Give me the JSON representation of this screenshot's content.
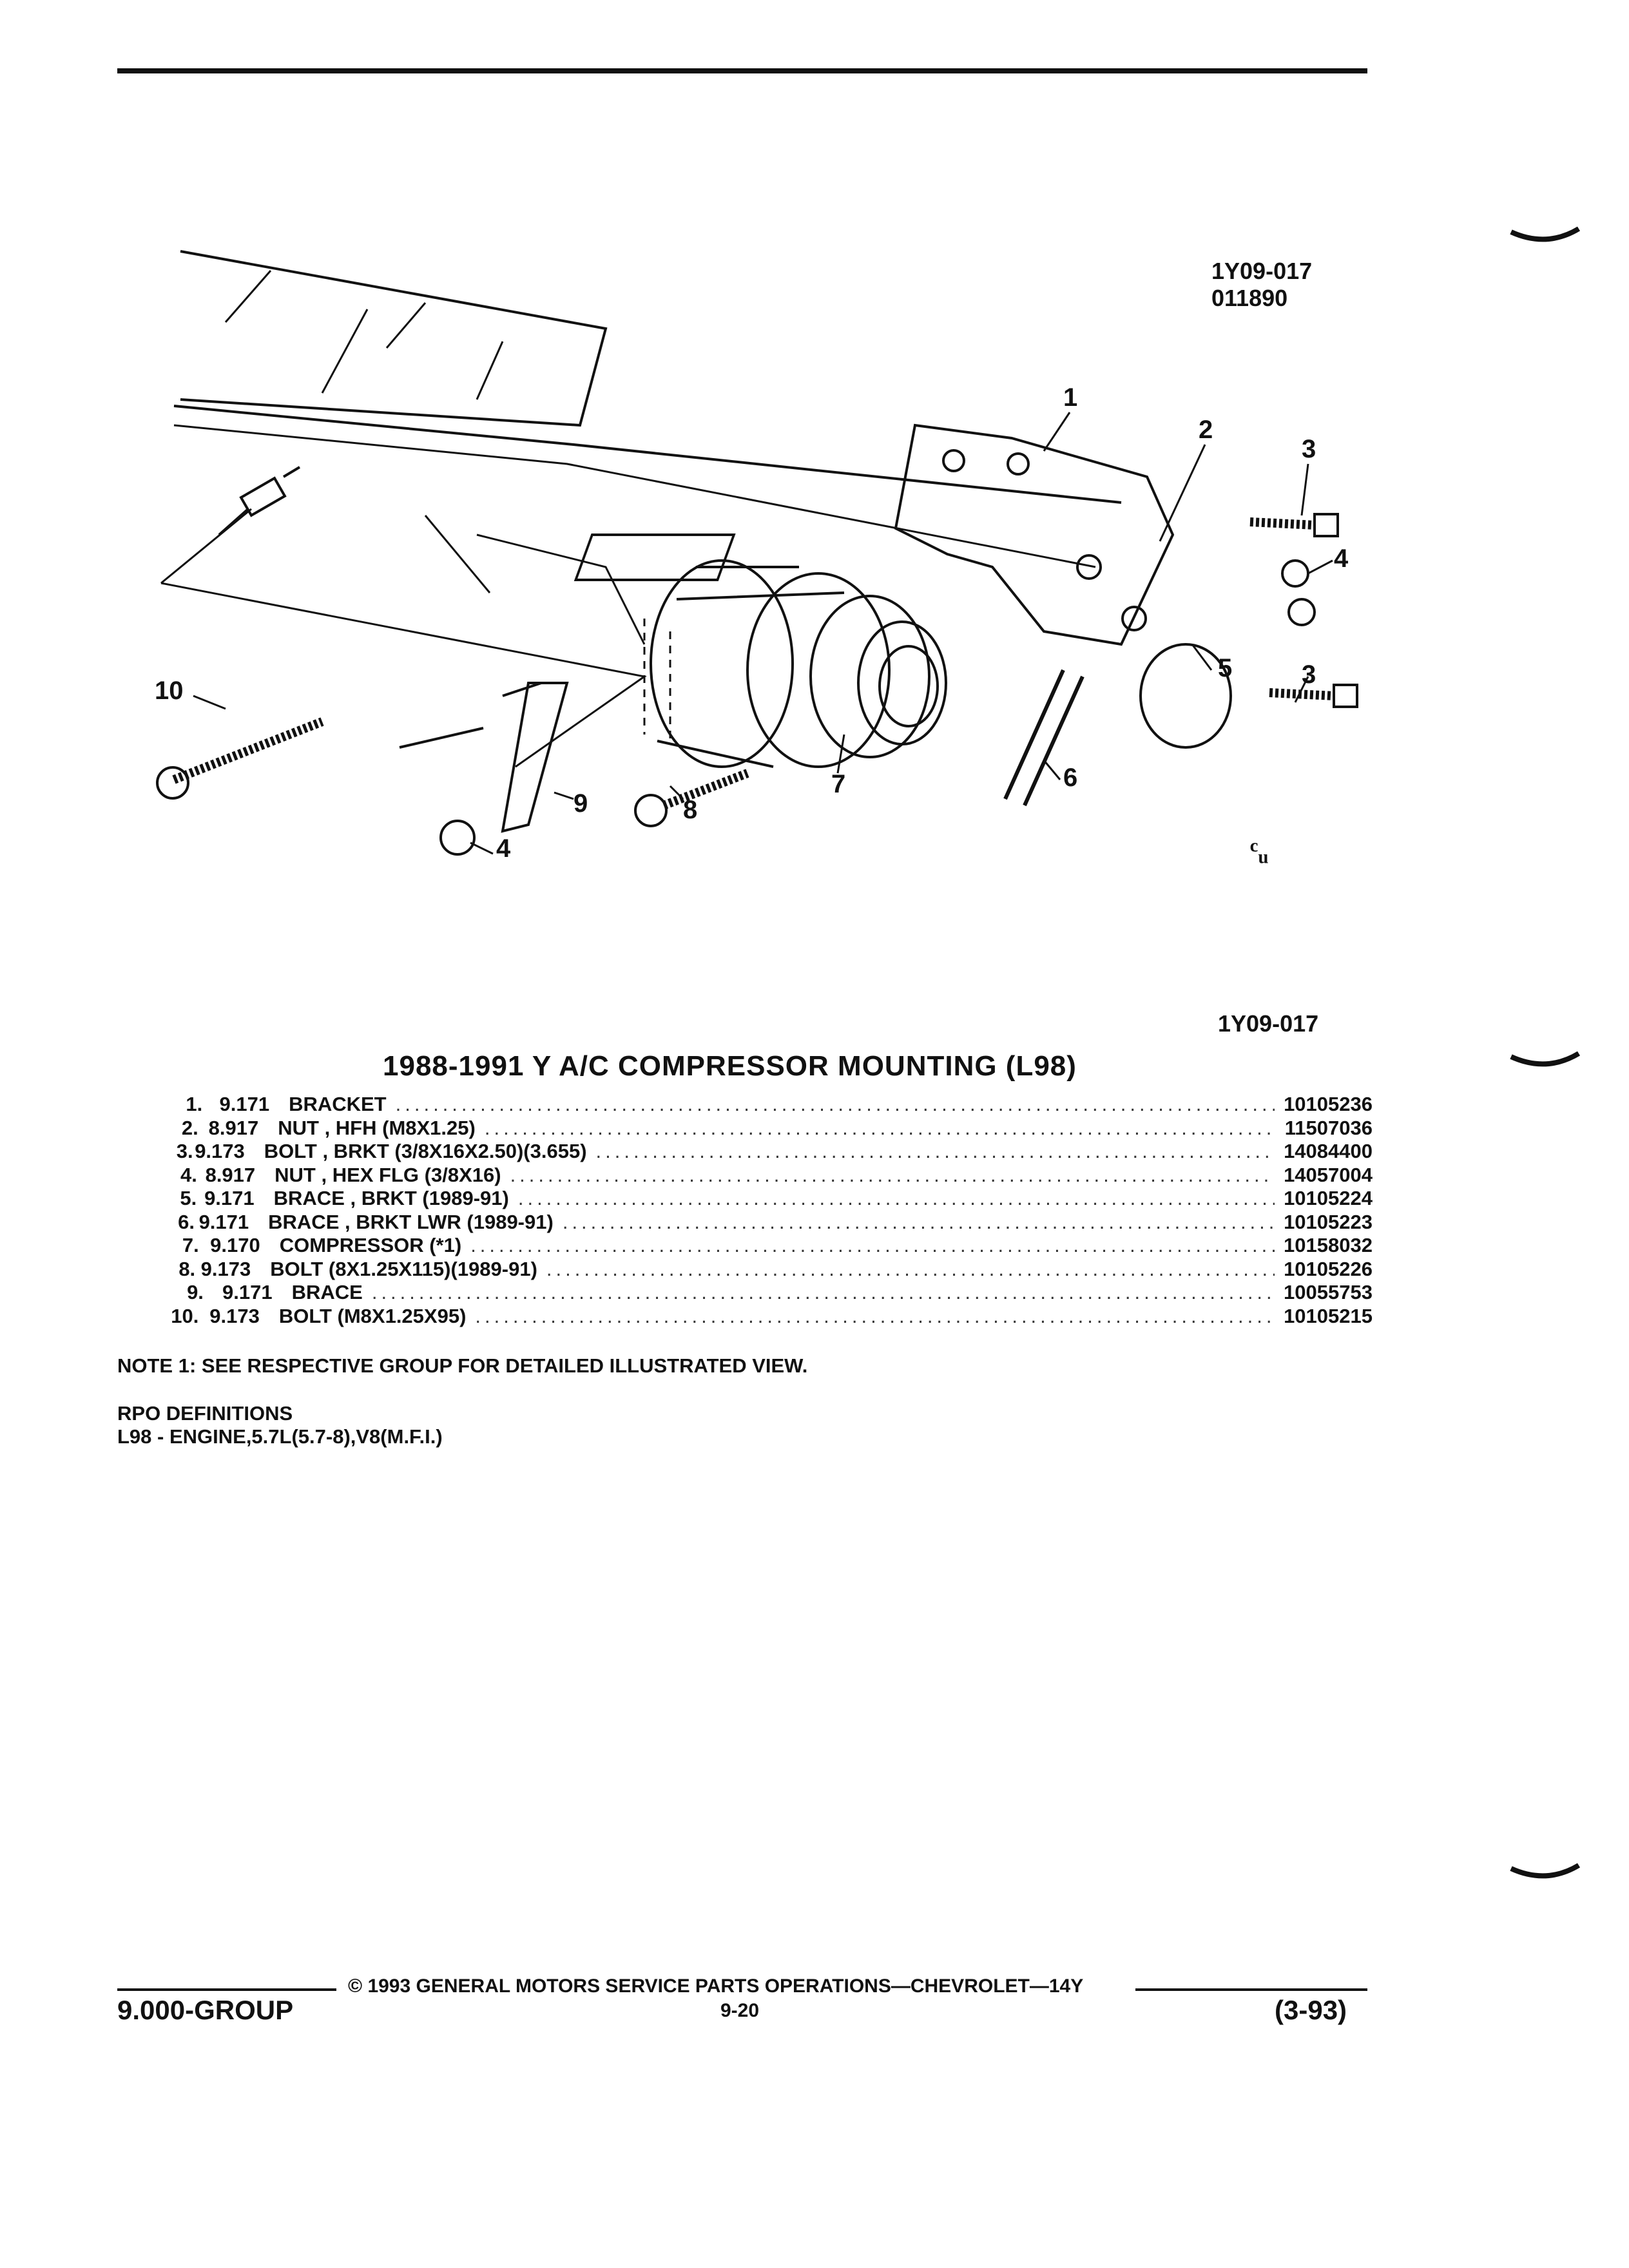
{
  "figure": {
    "id_top": "1Y09-017",
    "id_code": "011890",
    "id_bottom": "1Y09-017",
    "callouts": [
      "1",
      "2",
      "3",
      "3",
      "4",
      "4",
      "5",
      "6",
      "7",
      "8",
      "9",
      "10"
    ]
  },
  "title": "1988-1991 Y A/C COMPRESSOR MOUNTING (L98)",
  "parts": [
    {
      "num": "1.",
      "group": "9.171",
      "desc": "BRACKET",
      "pn": "10105236"
    },
    {
      "num": "2.",
      "group": "8.917",
      "desc": "NUT , HFH (M8X1.25)",
      "pn": "11507036"
    },
    {
      "num": "3.",
      "group": "9.173",
      "desc": "BOLT , BRKT (3/8X16X2.50)(3.655)",
      "pn": "14084400"
    },
    {
      "num": "4.",
      "group": "8.917",
      "desc": "NUT , HEX FLG (3/8X16)",
      "pn": "14057004"
    },
    {
      "num": "5.",
      "group": "9.171",
      "desc": "BRACE , BRKT (1989-91)",
      "pn": "10105224"
    },
    {
      "num": "6.",
      "group": "9.171",
      "desc": "BRACE , BRKT LWR (1989-91)",
      "pn": "10105223"
    },
    {
      "num": "7.",
      "group": "9.170",
      "desc": "COMPRESSOR (*1)",
      "pn": "10158032"
    },
    {
      "num": "8.",
      "group": "9.173",
      "desc": "BOLT (8X1.25X115)(1989-91)",
      "pn": "10105226"
    },
    {
      "num": "9.",
      "group": "9.171",
      "desc": "BRACE",
      "pn": "10055753"
    },
    {
      "num": "10.",
      "group": "9.173",
      "desc": "BOLT (M8X1.25X95)",
      "pn": "10105215"
    }
  ],
  "note": "NOTE  1:  SEE RESPECTIVE GROUP FOR DETAILED ILLUSTRATED VIEW.",
  "rpo": {
    "heading": "RPO DEFINITIONS",
    "definition": "L98 - ENGINE,5.7L(5.7-8),V8(M.F.I.)"
  },
  "footer": {
    "copyright": "©  1993  GENERAL MOTORS SERVICE PARTS OPERATIONS—CHEVROLET—14Y",
    "group": "9.000-GROUP",
    "page": "9-20",
    "date": "(3-93)"
  },
  "colors": {
    "ink": "#111111",
    "paper": "#ffffff"
  }
}
